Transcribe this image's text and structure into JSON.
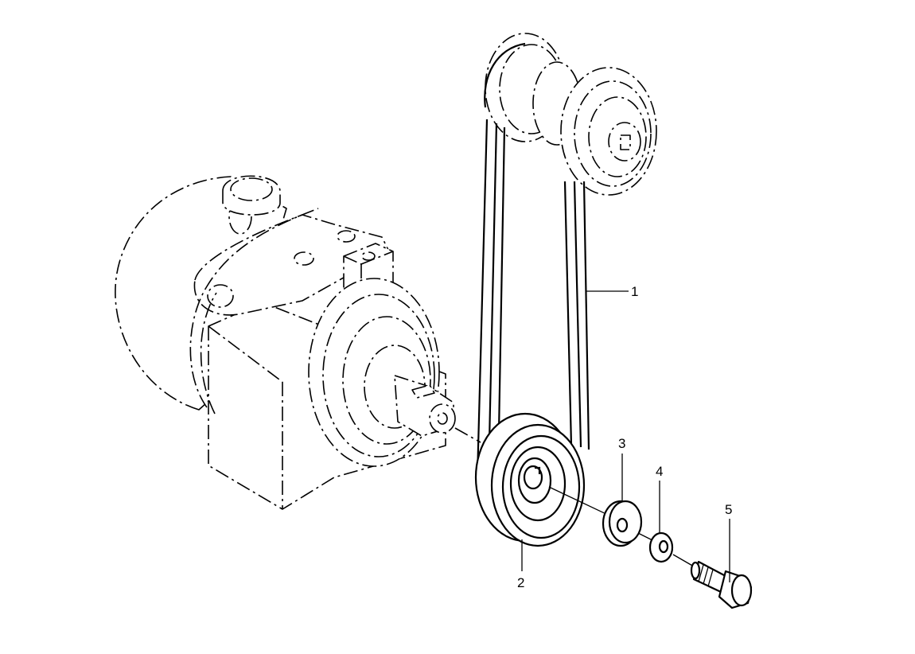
{
  "callouts": [
    {
      "id": "1",
      "label": "1",
      "part": "belt"
    },
    {
      "id": "2",
      "label": "2",
      "part": "pulley"
    },
    {
      "id": "3",
      "label": "3",
      "part": "washer"
    },
    {
      "id": "4",
      "label": "4",
      "part": "lock-washer"
    },
    {
      "id": "5",
      "label": "5",
      "part": "bolt"
    }
  ],
  "colors": {
    "line": "#000000",
    "background": "#ffffff"
  }
}
